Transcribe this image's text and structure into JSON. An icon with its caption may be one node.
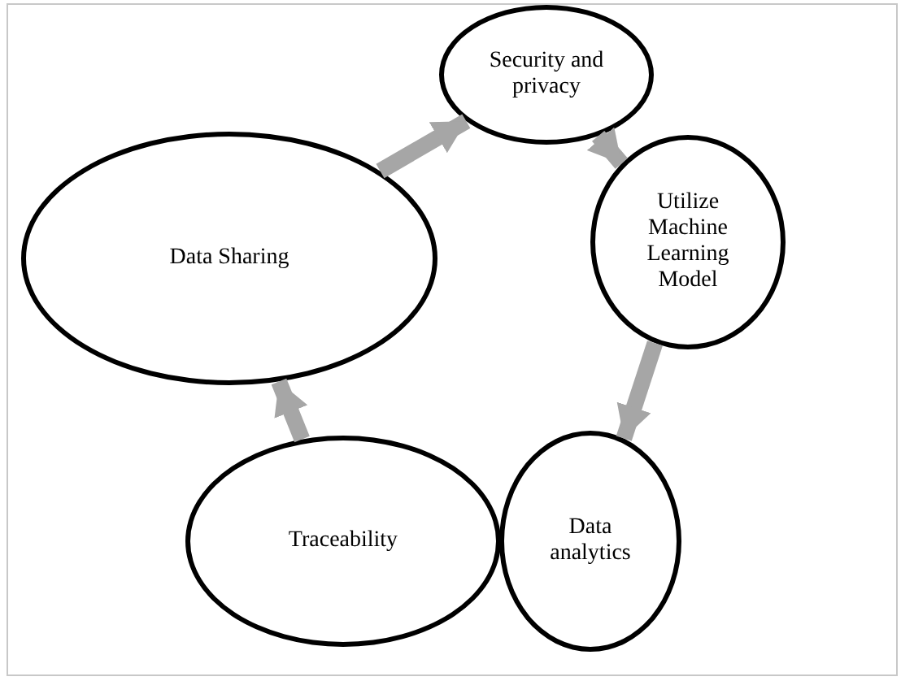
{
  "diagram": {
    "nodes": [
      {
        "text": [
          "Security and privacy"
        ]
      },
      {
        "text": [
          "Utilize Machine Learning Model"
        ]
      },
      {
        "text": [
          "Data analytics"
        ]
      },
      {
        "text": [
          "Traceability"
        ]
      },
      {
        "text": [
          "Data Sharing"
        ]
      }
    ],
    "edges": [
      {
        "from": 0,
        "to": 1,
        "arrow": "to"
      },
      {
        "from": 1,
        "to": 2,
        "arrow": "to"
      },
      {
        "from": 3,
        "to": 4,
        "arrow": "to"
      },
      {
        "from": 4,
        "to": 0,
        "arrow": "to"
      }
    ]
  }
}
